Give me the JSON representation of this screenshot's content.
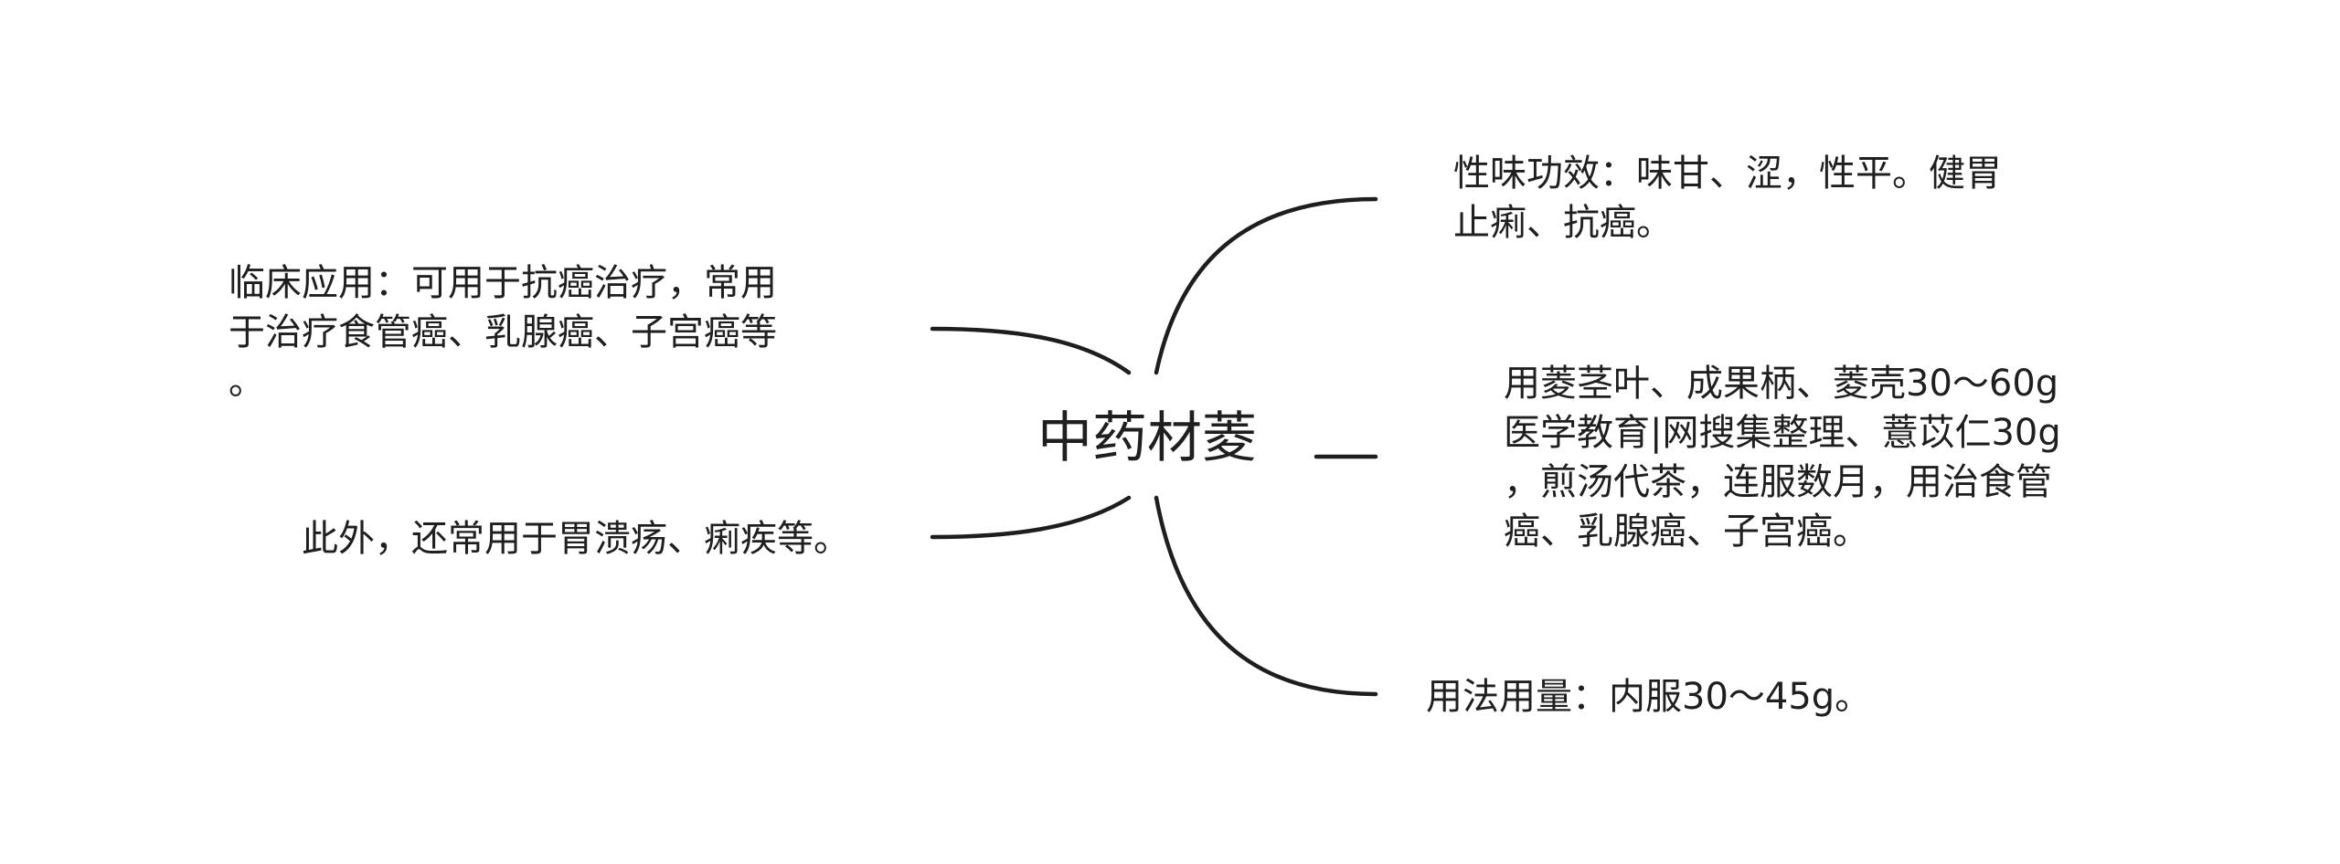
{
  "title": "中药材菱",
  "nodes": {
    "properties": "性味功效：味甘、涩，性平。健胃\n止痢、抗癌。",
    "recipe": "用菱茎叶、成果柄、菱壳30～60g\n医学教育|网搜集整理、薏苡仁30g\n，煎汤代茶，连服数月，用治食管\n癌、乳腺癌、子宫癌。",
    "dosage": "用法用量：内服30～45g。",
    "clinical": "临床应用：可用于抗癌治疗，常用\n于治疗食管癌、乳腺癌、子宫癌等\n。",
    "other": "此外，还常用于胃溃疡、痢疾等。"
  },
  "colors": {
    "line": "#1e1e1e",
    "text": "#1f1f1f",
    "background": "#ffffff"
  }
}
